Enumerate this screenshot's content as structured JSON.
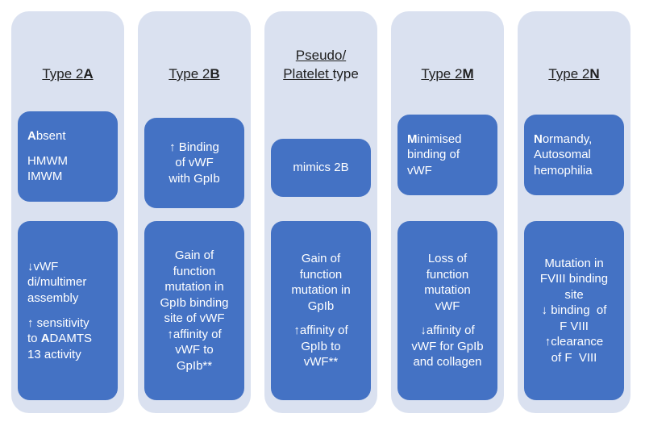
{
  "colors": {
    "box_blue": "#4472c4",
    "column_bg": "#dae1f0",
    "title_text": "#1f1f1f",
    "box_text": "#ffffff",
    "page_bg": "#ffffff"
  },
  "columns": [
    {
      "name": "Type 2A",
      "title": [
        [
          {
            "t": "Type 2",
            "u": true
          },
          {
            "t": "A",
            "b": true,
            "u": true
          }
        ]
      ],
      "box1": [
        [
          {
            "t": "A",
            "b": true
          },
          {
            "t": "bsent"
          }
        ],
        [],
        [
          {
            "t": "HMWM"
          }
        ],
        [
          {
            "t": "IMWM"
          }
        ]
      ],
      "box2": [
        [
          {
            "t": "↓vWF"
          }
        ],
        [
          {
            "t": "di/multimer"
          }
        ],
        [
          {
            "t": "assembly"
          }
        ],
        [],
        [
          {
            "t": "↑ sensitivity"
          }
        ],
        [
          {
            "t": "to "
          },
          {
            "t": "A",
            "b": true
          },
          {
            "t": "DAMTS"
          }
        ],
        [
          {
            "t": "13 activity"
          }
        ]
      ]
    },
    {
      "name": "Type 2B",
      "title": [
        [
          {
            "t": "Type 2",
            "u": true
          },
          {
            "t": "B",
            "b": true,
            "u": true
          }
        ]
      ],
      "box1": [
        [
          {
            "t": "↑ Binding"
          }
        ],
        [
          {
            "t": "of vWF"
          }
        ],
        [
          {
            "t": "with GpIb"
          }
        ]
      ],
      "box2": [
        [
          {
            "t": "Gain of"
          }
        ],
        [
          {
            "t": "function"
          }
        ],
        [
          {
            "t": "mutation in"
          }
        ],
        [
          {
            "t": "GpIb binding"
          }
        ],
        [
          {
            "t": "site of vWF"
          }
        ],
        [
          {
            "t": "↑affinity of"
          }
        ],
        [
          {
            "t": "vWF to"
          }
        ],
        [
          {
            "t": "GpIb**"
          }
        ]
      ]
    },
    {
      "name": "Pseudo/Platelet type",
      "title": [
        [
          {
            "t": "Pseudo/",
            "u": true
          }
        ],
        [
          {
            "t": "Platelet ",
            "u": true
          },
          {
            "t": "type"
          }
        ]
      ],
      "box1": [
        [
          {
            "t": "mimics 2B"
          }
        ]
      ],
      "box2": [
        [
          {
            "t": "Gain of"
          }
        ],
        [
          {
            "t": "function"
          }
        ],
        [
          {
            "t": "mutation in"
          }
        ],
        [
          {
            "t": "GpIb"
          }
        ],
        [],
        [
          {
            "t": "↑affinity of"
          }
        ],
        [
          {
            "t": "GpIb to"
          }
        ],
        [
          {
            "t": "vWF**"
          }
        ]
      ]
    },
    {
      "name": "Type 2M",
      "title": [
        [
          {
            "t": "Type 2",
            "u": true
          },
          {
            "t": "M",
            "b": true,
            "u": true
          }
        ]
      ],
      "box1": [
        [
          {
            "t": "M",
            "b": true
          },
          {
            "t": "inimised"
          }
        ],
        [
          {
            "t": "binding of"
          }
        ],
        [
          {
            "t": "vWF"
          }
        ]
      ],
      "box2": [
        [
          {
            "t": "Loss of"
          }
        ],
        [
          {
            "t": "function"
          }
        ],
        [
          {
            "t": "mutation"
          }
        ],
        [
          {
            "t": "vWF"
          }
        ],
        [],
        [
          {
            "t": "↓affinity of"
          }
        ],
        [
          {
            "t": "vWF for GpIb"
          }
        ],
        [
          {
            "t": "and collagen"
          }
        ]
      ]
    },
    {
      "name": "Type 2N",
      "title": [
        [
          {
            "t": "Type 2",
            "u": true
          },
          {
            "t": "N",
            "b": true,
            "u": true
          }
        ]
      ],
      "box1": [
        [
          {
            "t": "N",
            "b": true
          },
          {
            "t": "ormandy,"
          }
        ],
        [
          {
            "t": "Autosomal"
          }
        ],
        [
          {
            "t": "hemophilia"
          }
        ]
      ],
      "box2": [
        [
          {
            "t": "Mutation in"
          }
        ],
        [
          {
            "t": "FVIII binding"
          }
        ],
        [
          {
            "t": "site"
          }
        ],
        [
          {
            "t": "↓ binding  of"
          }
        ],
        [
          {
            "t": "F VIII"
          }
        ],
        [
          {
            "t": "↑clearance"
          }
        ],
        [
          {
            "t": "of F  VIII"
          }
        ]
      ]
    }
  ]
}
